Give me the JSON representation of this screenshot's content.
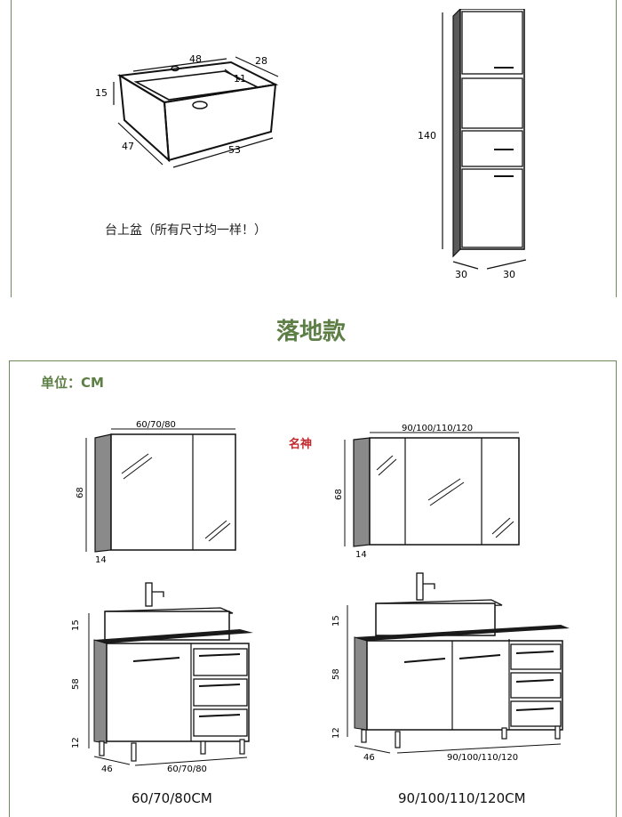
{
  "top": {
    "basin_caption": "台上盆（所有尺寸均一样！）",
    "basin_dims": {
      "length": "48",
      "depth_top": "28",
      "height": "15",
      "inner": "11",
      "side": "47",
      "base": "53"
    },
    "cabinet_dims": {
      "height": "140",
      "width": "30",
      "depth": "30"
    }
  },
  "section_title": "落地款",
  "unit_label": "单位：CM",
  "mirrors": {
    "left": {
      "width": "60/70/80",
      "height": "68",
      "depth": "14"
    },
    "right": {
      "width": "90/100/110/120",
      "height": "68",
      "depth": "14"
    }
  },
  "cabinets": {
    "left": {
      "basin_h": "15",
      "body_h": "58",
      "leg_h": "12",
      "depth": "46",
      "width": "60/70/80",
      "caption": "60/70/80CM"
    },
    "right": {
      "basin_h": "15",
      "body_h": "58",
      "leg_h": "12",
      "depth": "46",
      "width": "90/100/110/120",
      "caption": "90/100/110/120CM"
    }
  },
  "watermark": "名神",
  "colors": {
    "accent": "#5d7f45",
    "frame": "#6f8a5c",
    "side_panel": "#8a8a8a",
    "countertop": "#1a1a1a"
  }
}
